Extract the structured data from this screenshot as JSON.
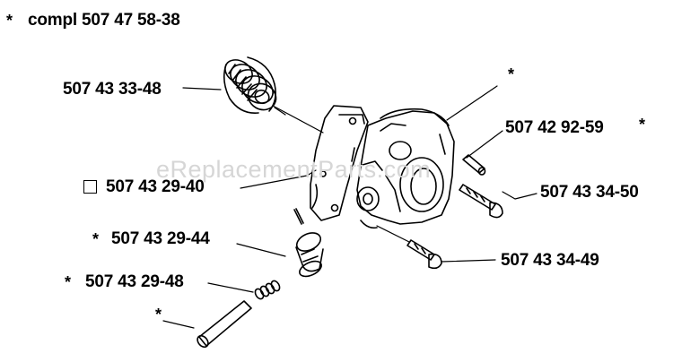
{
  "header": {
    "asterisk": "*",
    "text": "compl 507 47 58-38"
  },
  "watermark": "eReplacementParts.com",
  "parts": [
    {
      "label": "507 43 33-48",
      "marker": ""
    },
    {
      "label": "507 42 92-59",
      "marker": "*"
    },
    {
      "label": "507 43 29-40",
      "marker": "box"
    },
    {
      "label": "507 43 34-50",
      "marker": ""
    },
    {
      "label": "507 43 29-44",
      "marker": "*"
    },
    {
      "label": "507 43 34-49",
      "marker": ""
    },
    {
      "label": "507 43 29-48",
      "marker": "*"
    }
  ],
  "unlabeled_callouts": [
    "*",
    "*"
  ]
}
